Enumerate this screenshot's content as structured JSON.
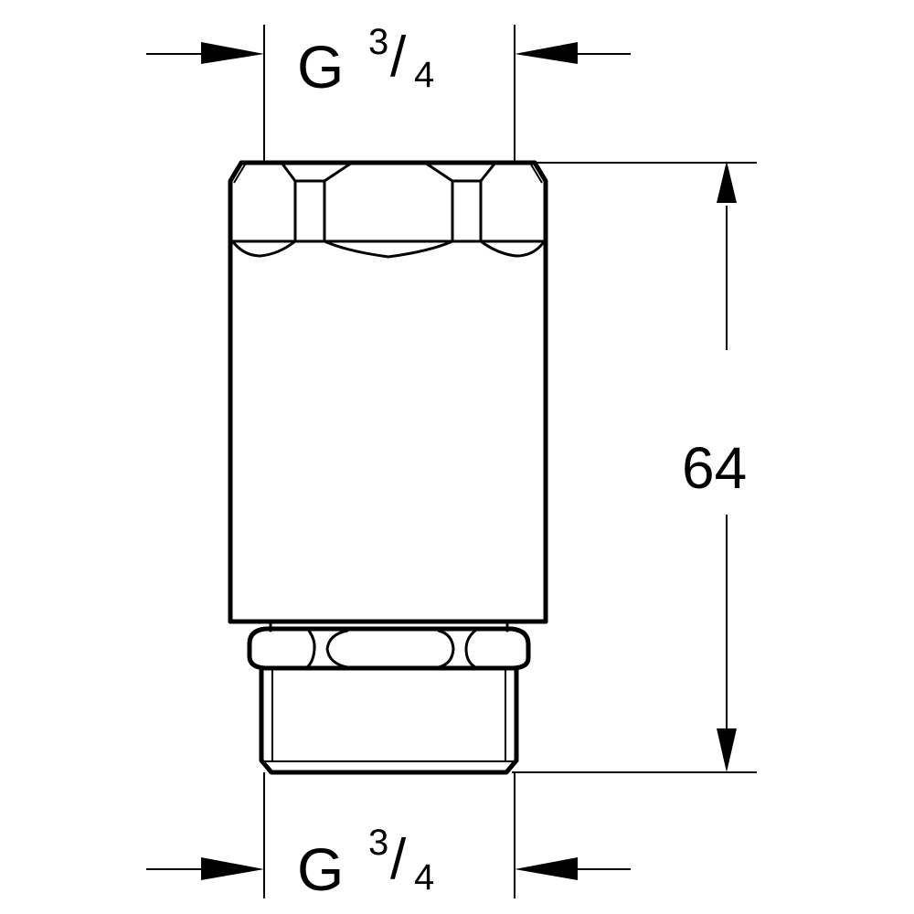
{
  "drawing": {
    "title": "Adapter fitting dimension drawing",
    "line_color": "#000000",
    "background_color": "#ffffff"
  },
  "dimensions": {
    "top_thread": {
      "prefix": "G",
      "numerator": "3",
      "slash": "/",
      "denominator": "4"
    },
    "bottom_thread": {
      "prefix": "G",
      "numerator": "3",
      "slash": "/",
      "denominator": "4"
    },
    "height": {
      "value": "64"
    }
  }
}
